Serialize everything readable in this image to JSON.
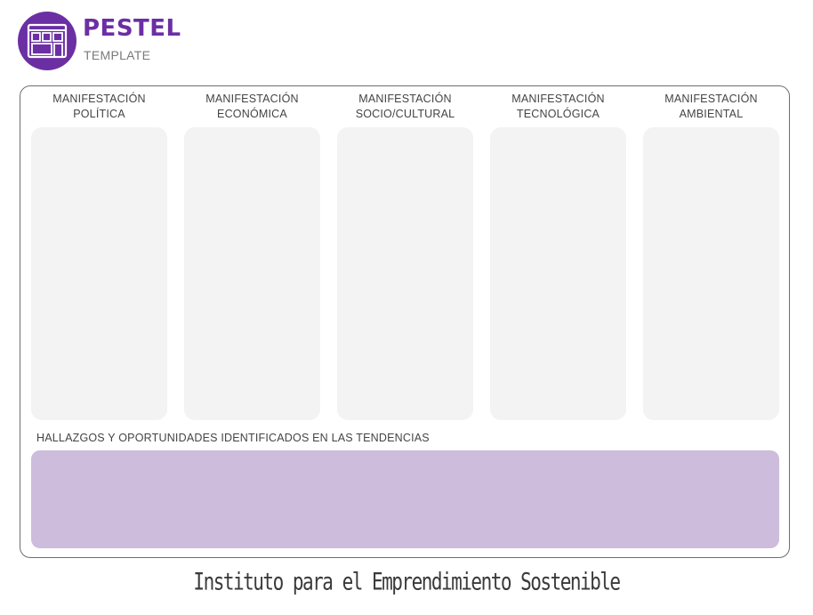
{
  "brand": {
    "logo_icon": "storefront-icon",
    "title": "PESTEL",
    "subtitle": "TEMPLATE"
  },
  "columns": [
    {
      "label": "MANIFESTACIÓN\nPOLÍTICA"
    },
    {
      "label": "MANIFESTACIÓN\nECONÓMICA"
    },
    {
      "label": "MANIFESTACIÓN\nSOCIO/CULTURAL"
    },
    {
      "label": "MANIFESTACIÓN\nTECNOLÓGICA"
    },
    {
      "label": "MANIFESTACIÓN\nAMBIENTAL"
    }
  ],
  "findings": {
    "label": "HALLAZGOS Y OPORTUNIDADES IDENTIFICADOS EN LAS TENDENCIAS"
  },
  "footer": {
    "text": "Instituto para el Emprendimiento Sostenible"
  },
  "colors": {
    "brand_purple": "#6b2fa3",
    "column_fill": "#f3f3f4",
    "findings_fill": "#cdbcdc"
  }
}
